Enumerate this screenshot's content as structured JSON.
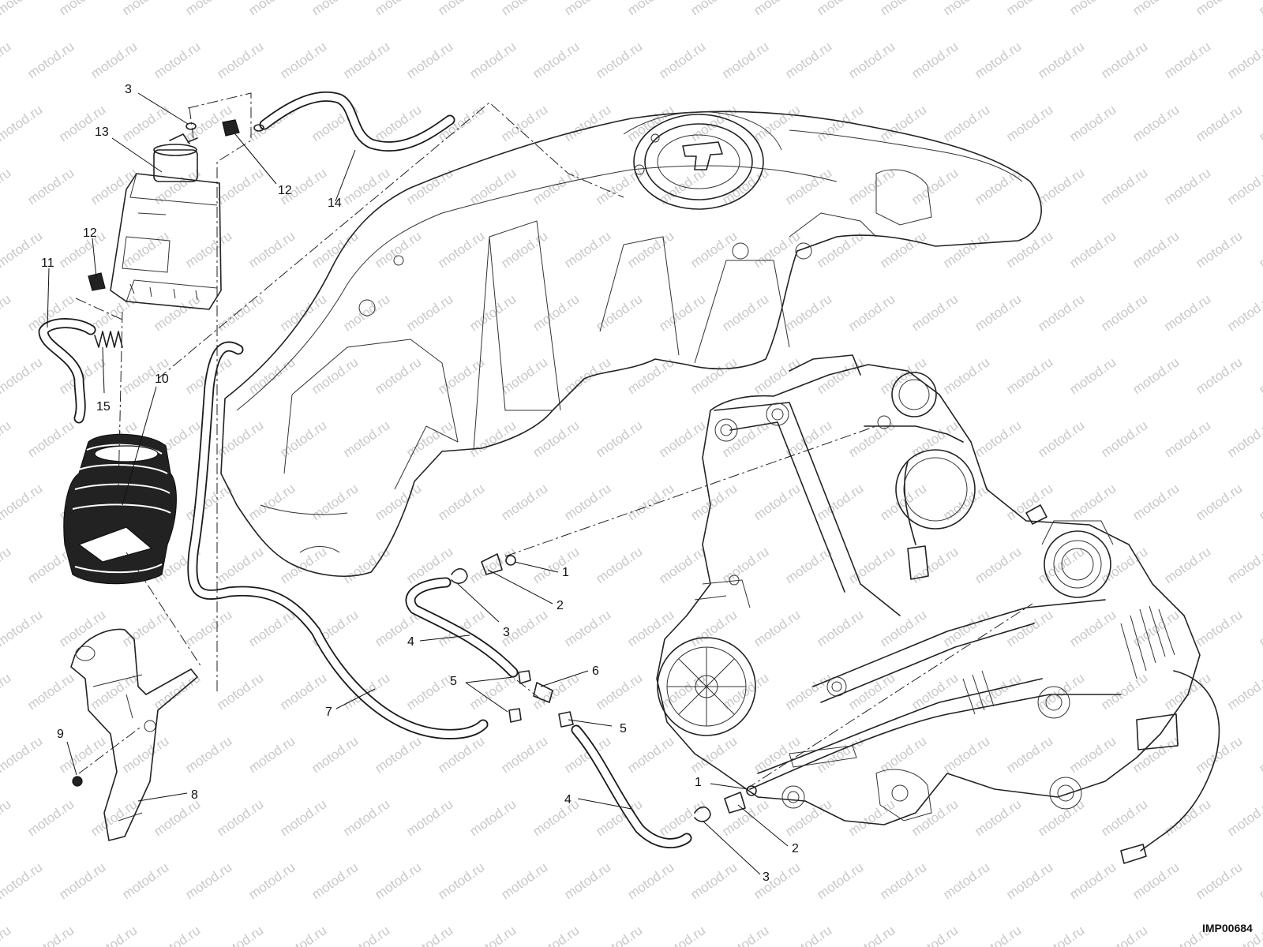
{
  "watermark": {
    "text": "motod.ru"
  },
  "figure_code": "IMP00684",
  "callouts": [
    {
      "id": "c-3-top",
      "label": "3"
    },
    {
      "id": "c-13",
      "label": "13"
    },
    {
      "id": "c-12-top",
      "label": "12"
    },
    {
      "id": "c-14",
      "label": "14"
    },
    {
      "id": "c-12-left",
      "label": "12"
    },
    {
      "id": "c-11",
      "label": "11"
    },
    {
      "id": "c-15",
      "label": "15"
    },
    {
      "id": "c-10",
      "label": "10"
    },
    {
      "id": "c-1-upper",
      "label": "1"
    },
    {
      "id": "c-2-upper",
      "label": "2"
    },
    {
      "id": "c-3-mid",
      "label": "3"
    },
    {
      "id": "c-4-upper",
      "label": "4"
    },
    {
      "id": "c-5-left",
      "label": "5"
    },
    {
      "id": "c-6",
      "label": "6"
    },
    {
      "id": "c-5-right",
      "label": "5"
    },
    {
      "id": "c-7",
      "label": "7"
    },
    {
      "id": "c-9",
      "label": "9"
    },
    {
      "id": "c-8",
      "label": "8"
    },
    {
      "id": "c-1-lower",
      "label": "1"
    },
    {
      "id": "c-4-lower",
      "label": "4"
    },
    {
      "id": "c-2-lower",
      "label": "2"
    },
    {
      "id": "c-3-lower",
      "label": "3"
    }
  ]
}
